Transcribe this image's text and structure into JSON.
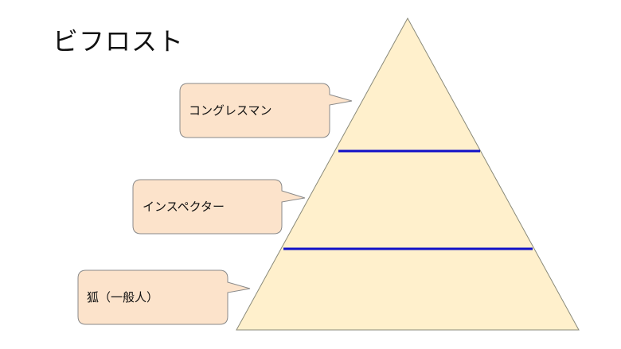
{
  "title": "ビフロスト",
  "pyramid": {
    "fill_color": "#fff0cc",
    "outline_color": "#8a8a7a",
    "divider_color": "#1010c8",
    "tiers": [
      {
        "position": "top",
        "label": "コングレスマン"
      },
      {
        "position": "middle",
        "label": "インスペクター"
      },
      {
        "position": "bottom",
        "label": "狐（一般人）"
      }
    ]
  },
  "callouts": [
    {
      "text": "コングレスマン"
    },
    {
      "text": "インスペクター"
    },
    {
      "text": "狐（一般人）"
    }
  ],
  "callout_fill_color": "#fce3cb",
  "callout_border_color": "#8a8a8a"
}
